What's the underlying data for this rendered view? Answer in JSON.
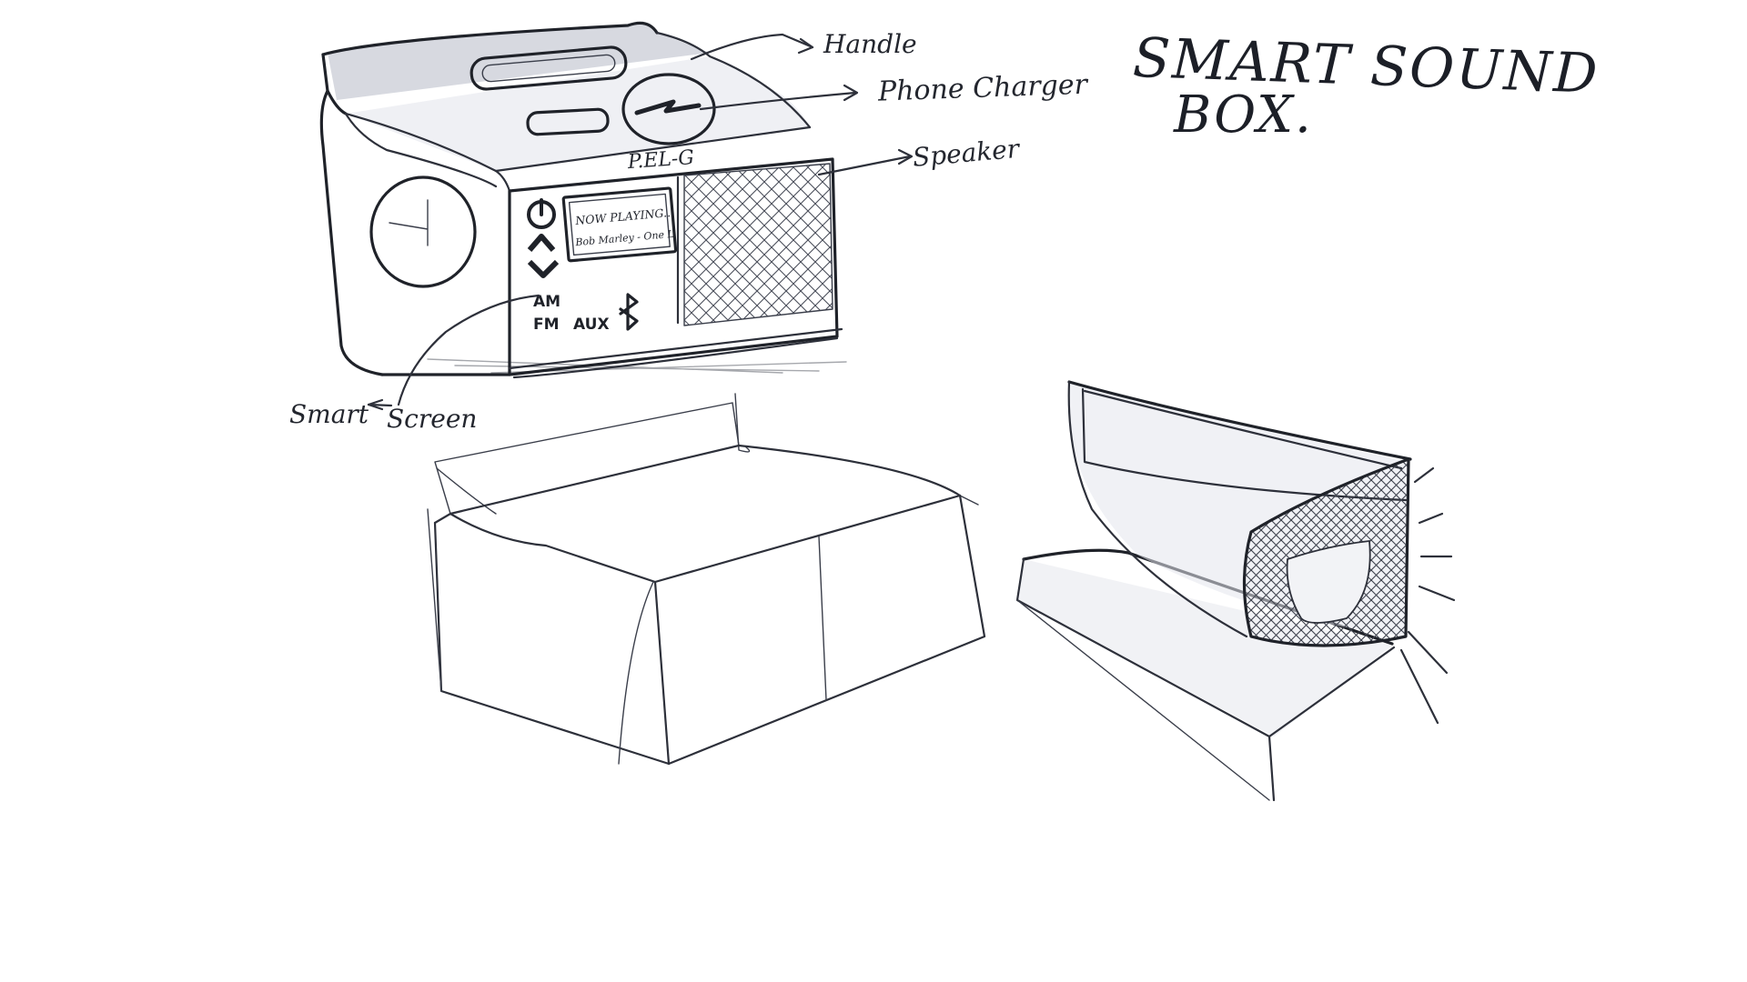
{
  "title": {
    "line1": "SMART SOUND",
    "line2": "BOX."
  },
  "labels": {
    "handle": "Handle",
    "phone_charger": "Phone Charger",
    "speaker": "Speaker",
    "smart": "Smart",
    "screen": "Screen"
  },
  "device": {
    "brand": "P.EL-G",
    "screen_line1": "NOW PLAYING..",
    "screen_line2": "Bob Marley - One L",
    "buttons": {
      "am": "AM",
      "fm": "FM",
      "aux": "AUX"
    }
  },
  "icons": [
    "power-icon",
    "chevron-up-icon",
    "chevron-down-icon",
    "bluetooth-icon",
    "lightning-icon"
  ],
  "colors": {
    "ink": "#2d303a",
    "paper": "#ffffff"
  }
}
